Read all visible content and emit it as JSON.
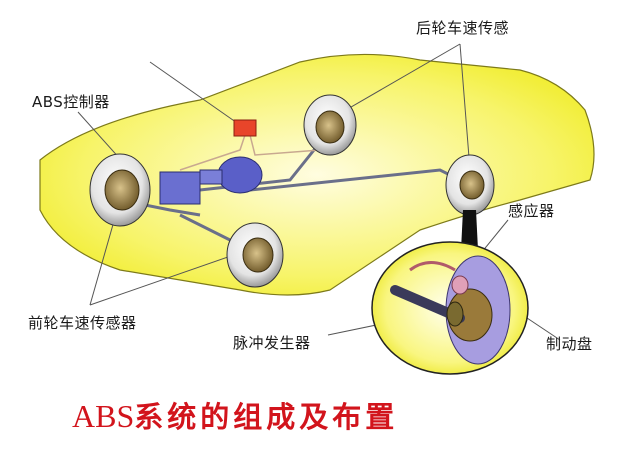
{
  "diagram": {
    "title_prefix": "ABS",
    "title_suffix": "系统的组成及布置",
    "labels": {
      "rear_wheel_sensor": "后轮车速传感",
      "abs_controller": "ABS控制器",
      "sensor": "感应器",
      "front_wheel_sensor": "前轮车速传感器",
      "pulse_generator": "脉冲发生器",
      "brake_disc": "制动盘"
    },
    "colors": {
      "car_body": "#f5f23a",
      "title": "#d2141c",
      "controller": "#e8452a",
      "hydraulic_unit": "#5a5fc8",
      "brake_disc": "#9a8fd0",
      "leader_line": "#555555"
    }
  }
}
